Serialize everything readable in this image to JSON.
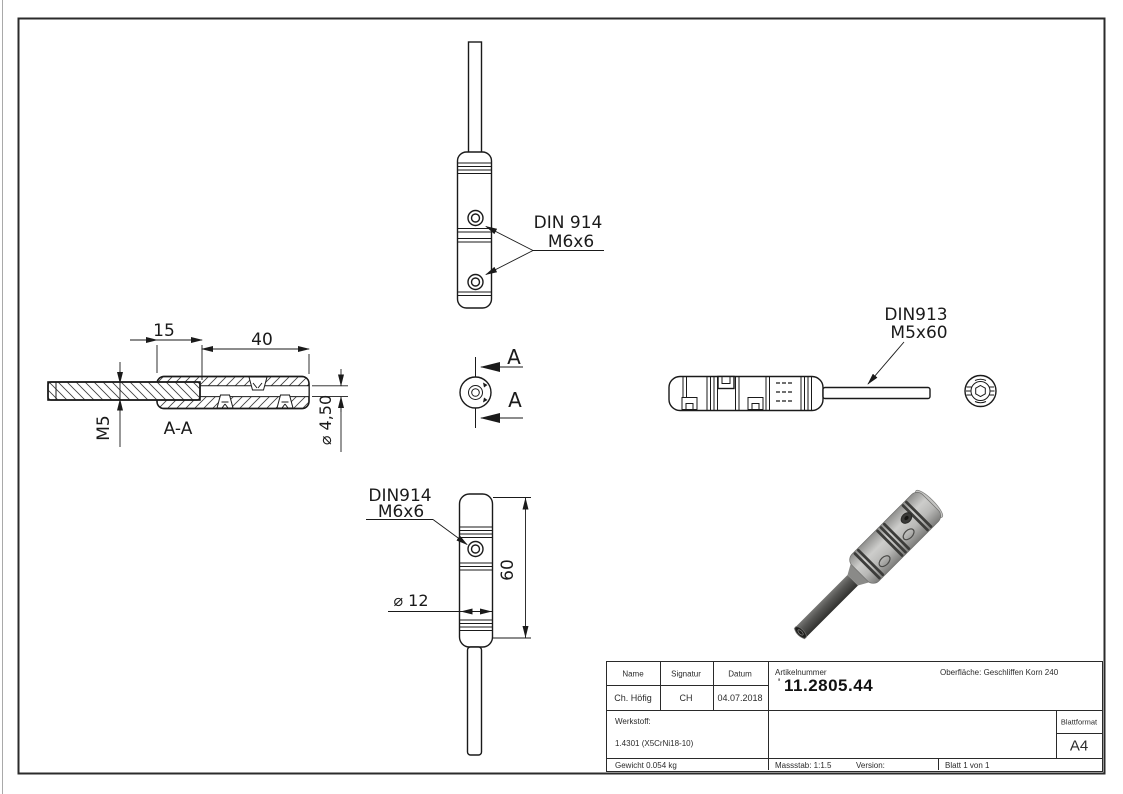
{
  "drawing": {
    "front_view": {
      "callout_line1": "DIN 914",
      "callout_line2": "M6x6"
    },
    "section_view": {
      "dim_insert_depth": "15",
      "dim_body_length": "40",
      "dim_thread": "M5",
      "dim_hole": "⌀ 4,50",
      "label": "A-A"
    },
    "section_cut": {
      "arrow_label_top": "A",
      "arrow_label_bottom": "A"
    },
    "side_view": {
      "callout_line1": "DIN913",
      "callout_line2": "M5x60"
    },
    "bottom_view": {
      "callout_line1": "DIN914",
      "callout_line2": "M6x6",
      "dim_length": "60",
      "dim_diameter": "⌀ 12"
    }
  },
  "title_block": {
    "name_label": "Name",
    "signature_label": "Signatur",
    "date_label": "Datum",
    "name_value": "Ch. Höfig",
    "signature_value": "CH",
    "date_value": "04.07.2018",
    "article_label": "Artikelnummer",
    "article_tick": "'",
    "article_number": "11.2805.44",
    "surface": "Oberfläche:  Geschliffen Korn 240",
    "material_label": "Werkstoff:",
    "material_value": "1.4301 (X5CrNi18-10)",
    "weight": "Gewicht 0.054 kg",
    "scale": "Massstab: 1:1.5",
    "version_label": "Version:",
    "sheet": "Blatt 1 von 1",
    "format_label": "Blattformat",
    "format_value": "A4"
  }
}
